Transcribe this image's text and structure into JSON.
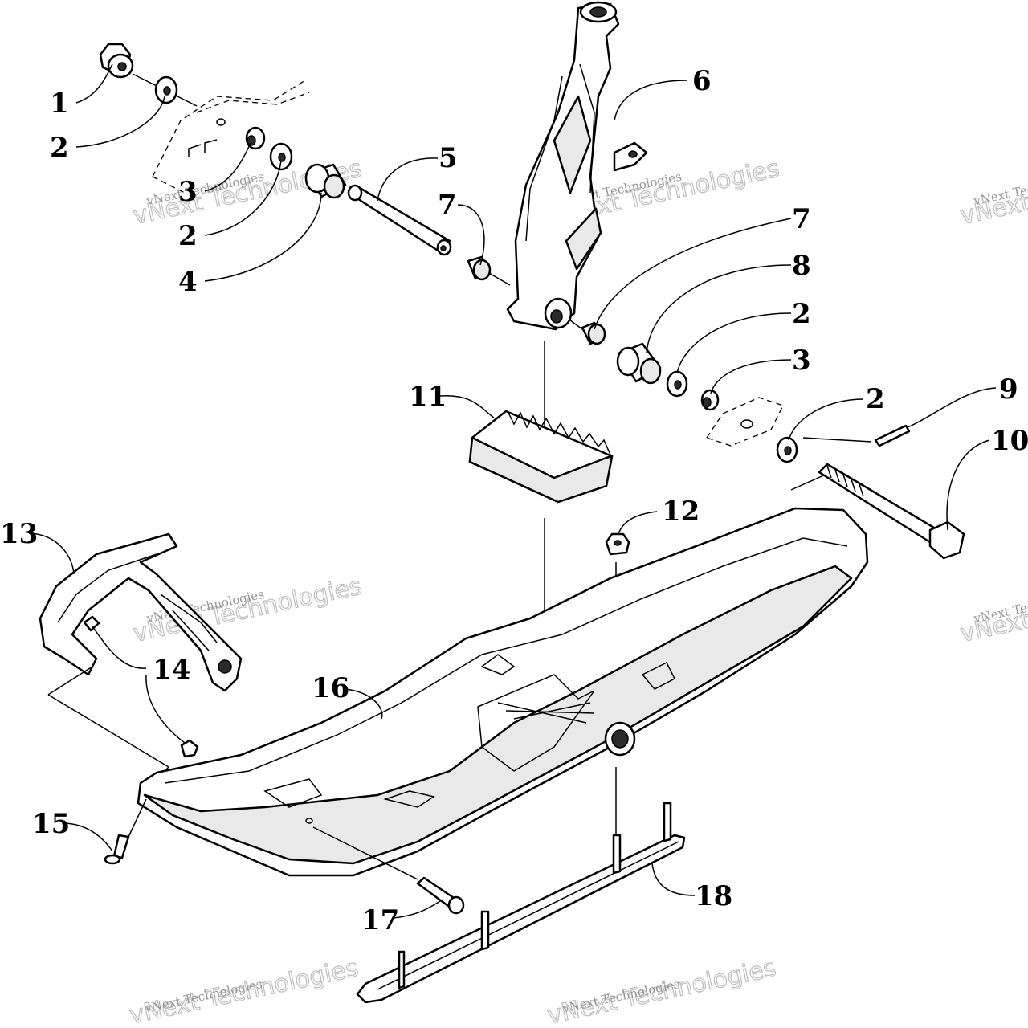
{
  "callouts": [
    {
      "id": "1",
      "label": "1"
    },
    {
      "id": "2a",
      "label": "2"
    },
    {
      "id": "3a",
      "label": "3"
    },
    {
      "id": "2b",
      "label": "2"
    },
    {
      "id": "4",
      "label": "4"
    },
    {
      "id": "5",
      "label": "5"
    },
    {
      "id": "7a",
      "label": "7"
    },
    {
      "id": "6",
      "label": "6"
    },
    {
      "id": "7b",
      "label": "7"
    },
    {
      "id": "8",
      "label": "8"
    },
    {
      "id": "2c",
      "label": "2"
    },
    {
      "id": "3b",
      "label": "3"
    },
    {
      "id": "9",
      "label": "9"
    },
    {
      "id": "2d",
      "label": "2"
    },
    {
      "id": "10",
      "label": "10"
    },
    {
      "id": "11",
      "label": "11"
    },
    {
      "id": "12",
      "label": "12"
    },
    {
      "id": "13",
      "label": "13"
    },
    {
      "id": "14",
      "label": "14"
    },
    {
      "id": "16",
      "label": "16"
    },
    {
      "id": "15",
      "label": "15"
    },
    {
      "id": "17",
      "label": "17"
    },
    {
      "id": "18",
      "label": "18"
    }
  ],
  "watermark": {
    "line1": "vNext Technologies",
    "line2": "vNext Technologies"
  }
}
